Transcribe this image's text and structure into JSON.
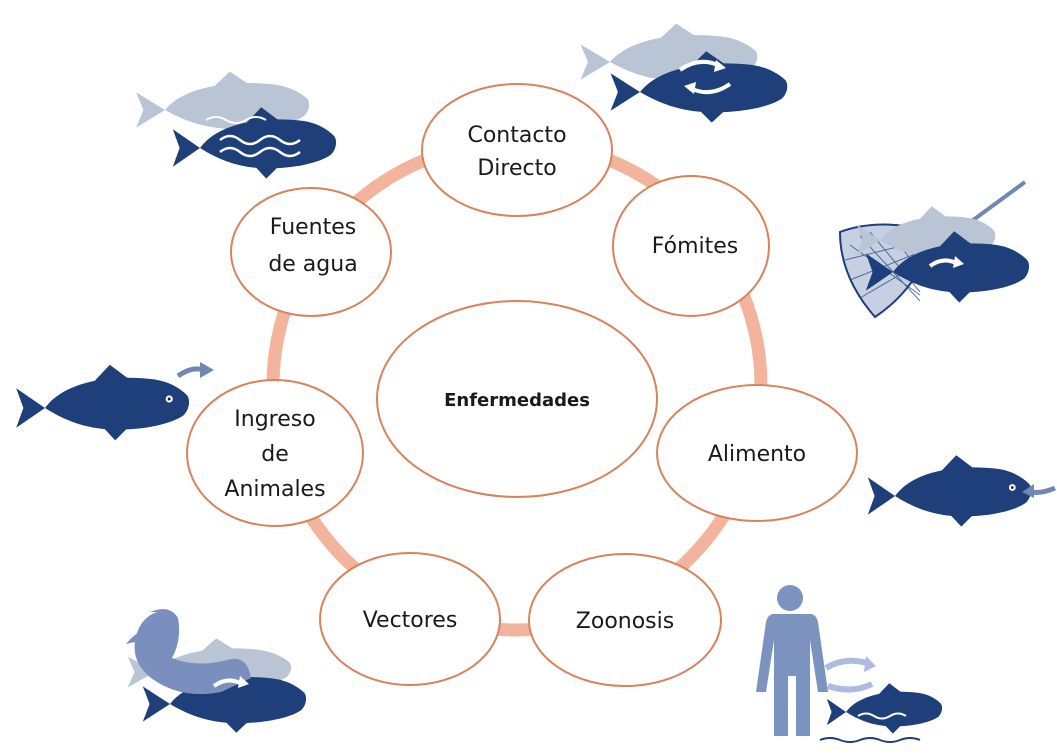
{
  "diagram": {
    "center": {
      "label": "Enfermedades"
    },
    "nodes": [
      {
        "id": "contacto-directo",
        "lines": [
          "Contacto",
          "Directo"
        ]
      },
      {
        "id": "fomites",
        "lines": [
          "Fómites"
        ]
      },
      {
        "id": "alimento",
        "lines": [
          "Alimento"
        ]
      },
      {
        "id": "zoonosis",
        "lines": [
          "Zoonosis"
        ]
      },
      {
        "id": "vectores",
        "lines": [
          "Vectores"
        ]
      },
      {
        "id": "ingreso-animales",
        "lines": [
          "Ingreso",
          "de",
          "Animales"
        ]
      },
      {
        "id": "fuentes-agua",
        "lines": [
          "Fuentes",
          "de agua"
        ]
      }
    ],
    "colors": {
      "ring": "#f2b49c",
      "node_border": "#d9825c",
      "fish_dark": "#1f3f7a",
      "fish_light": "#b9c4d4",
      "arrow": "#6f88b3",
      "person": "#7d93bf",
      "bird": "#7a8fbd"
    }
  }
}
